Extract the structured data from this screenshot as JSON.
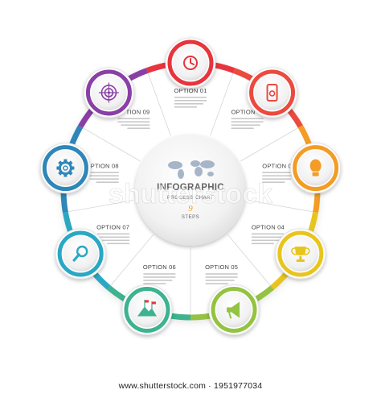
{
  "center": {
    "title": "INFOGRAPHIC",
    "subtitle": "PROCESS CHART",
    "number": "9",
    "steps_label": "STEPS"
  },
  "options": [
    {
      "label": "OPTION 01",
      "color": "#e8343d",
      "icon": "clock-icon"
    },
    {
      "label": "OPTION 02",
      "color": "#ec4a3f",
      "icon": "smartphone-icon"
    },
    {
      "label": "OPTION 03",
      "color": "#f39c26",
      "icon": "lightbulb-icon"
    },
    {
      "label": "OPTION 04",
      "color": "#e8c51e",
      "icon": "trophy-icon"
    },
    {
      "label": "OPTION 05",
      "color": "#93c341",
      "icon": "megaphone-icon"
    },
    {
      "label": "OPTION 06",
      "color": "#3db390",
      "icon": "mountain-flag-icon"
    },
    {
      "label": "OPTION 07",
      "color": "#2aa8c3",
      "icon": "magnifier-icon"
    },
    {
      "label": "OPTION 08",
      "color": "#2f86b8",
      "icon": "gear-icon"
    },
    {
      "label": "OPTION 09",
      "color": "#8a3fa6",
      "icon": "target-icon"
    }
  ],
  "watermark": "shutterstock",
  "footer": "www.shutterstock.com · 1951977034"
}
